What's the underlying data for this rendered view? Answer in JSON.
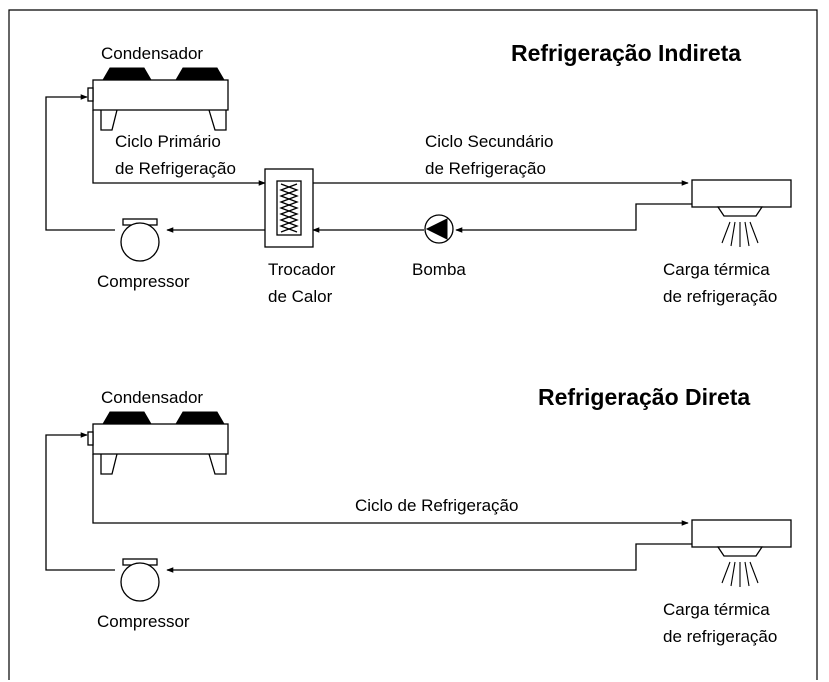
{
  "indirect": {
    "title": "Refrigeração Indireta",
    "condenser_label": "Condensador",
    "primary_cycle_line1": "Ciclo Primário",
    "primary_cycle_line2": "de Refrigeração",
    "secondary_cycle_line1": "Ciclo Secundário",
    "secondary_cycle_line2": "de Refrigeração",
    "compressor_label": "Compressor",
    "heat_exchanger_line1": "Trocador",
    "heat_exchanger_line2": "de Calor",
    "pump_label": "Bomba",
    "load_line1": "Carga térmica",
    "load_line2": "de refrigeração"
  },
  "direct": {
    "title": "Refrigeração Direta",
    "condenser_label": "Condensador",
    "cycle_label": "Ciclo de Refrigeração",
    "compressor_label": "Compressor",
    "load_line1": "Carga térmica",
    "load_line2": "de refrigeração"
  }
}
